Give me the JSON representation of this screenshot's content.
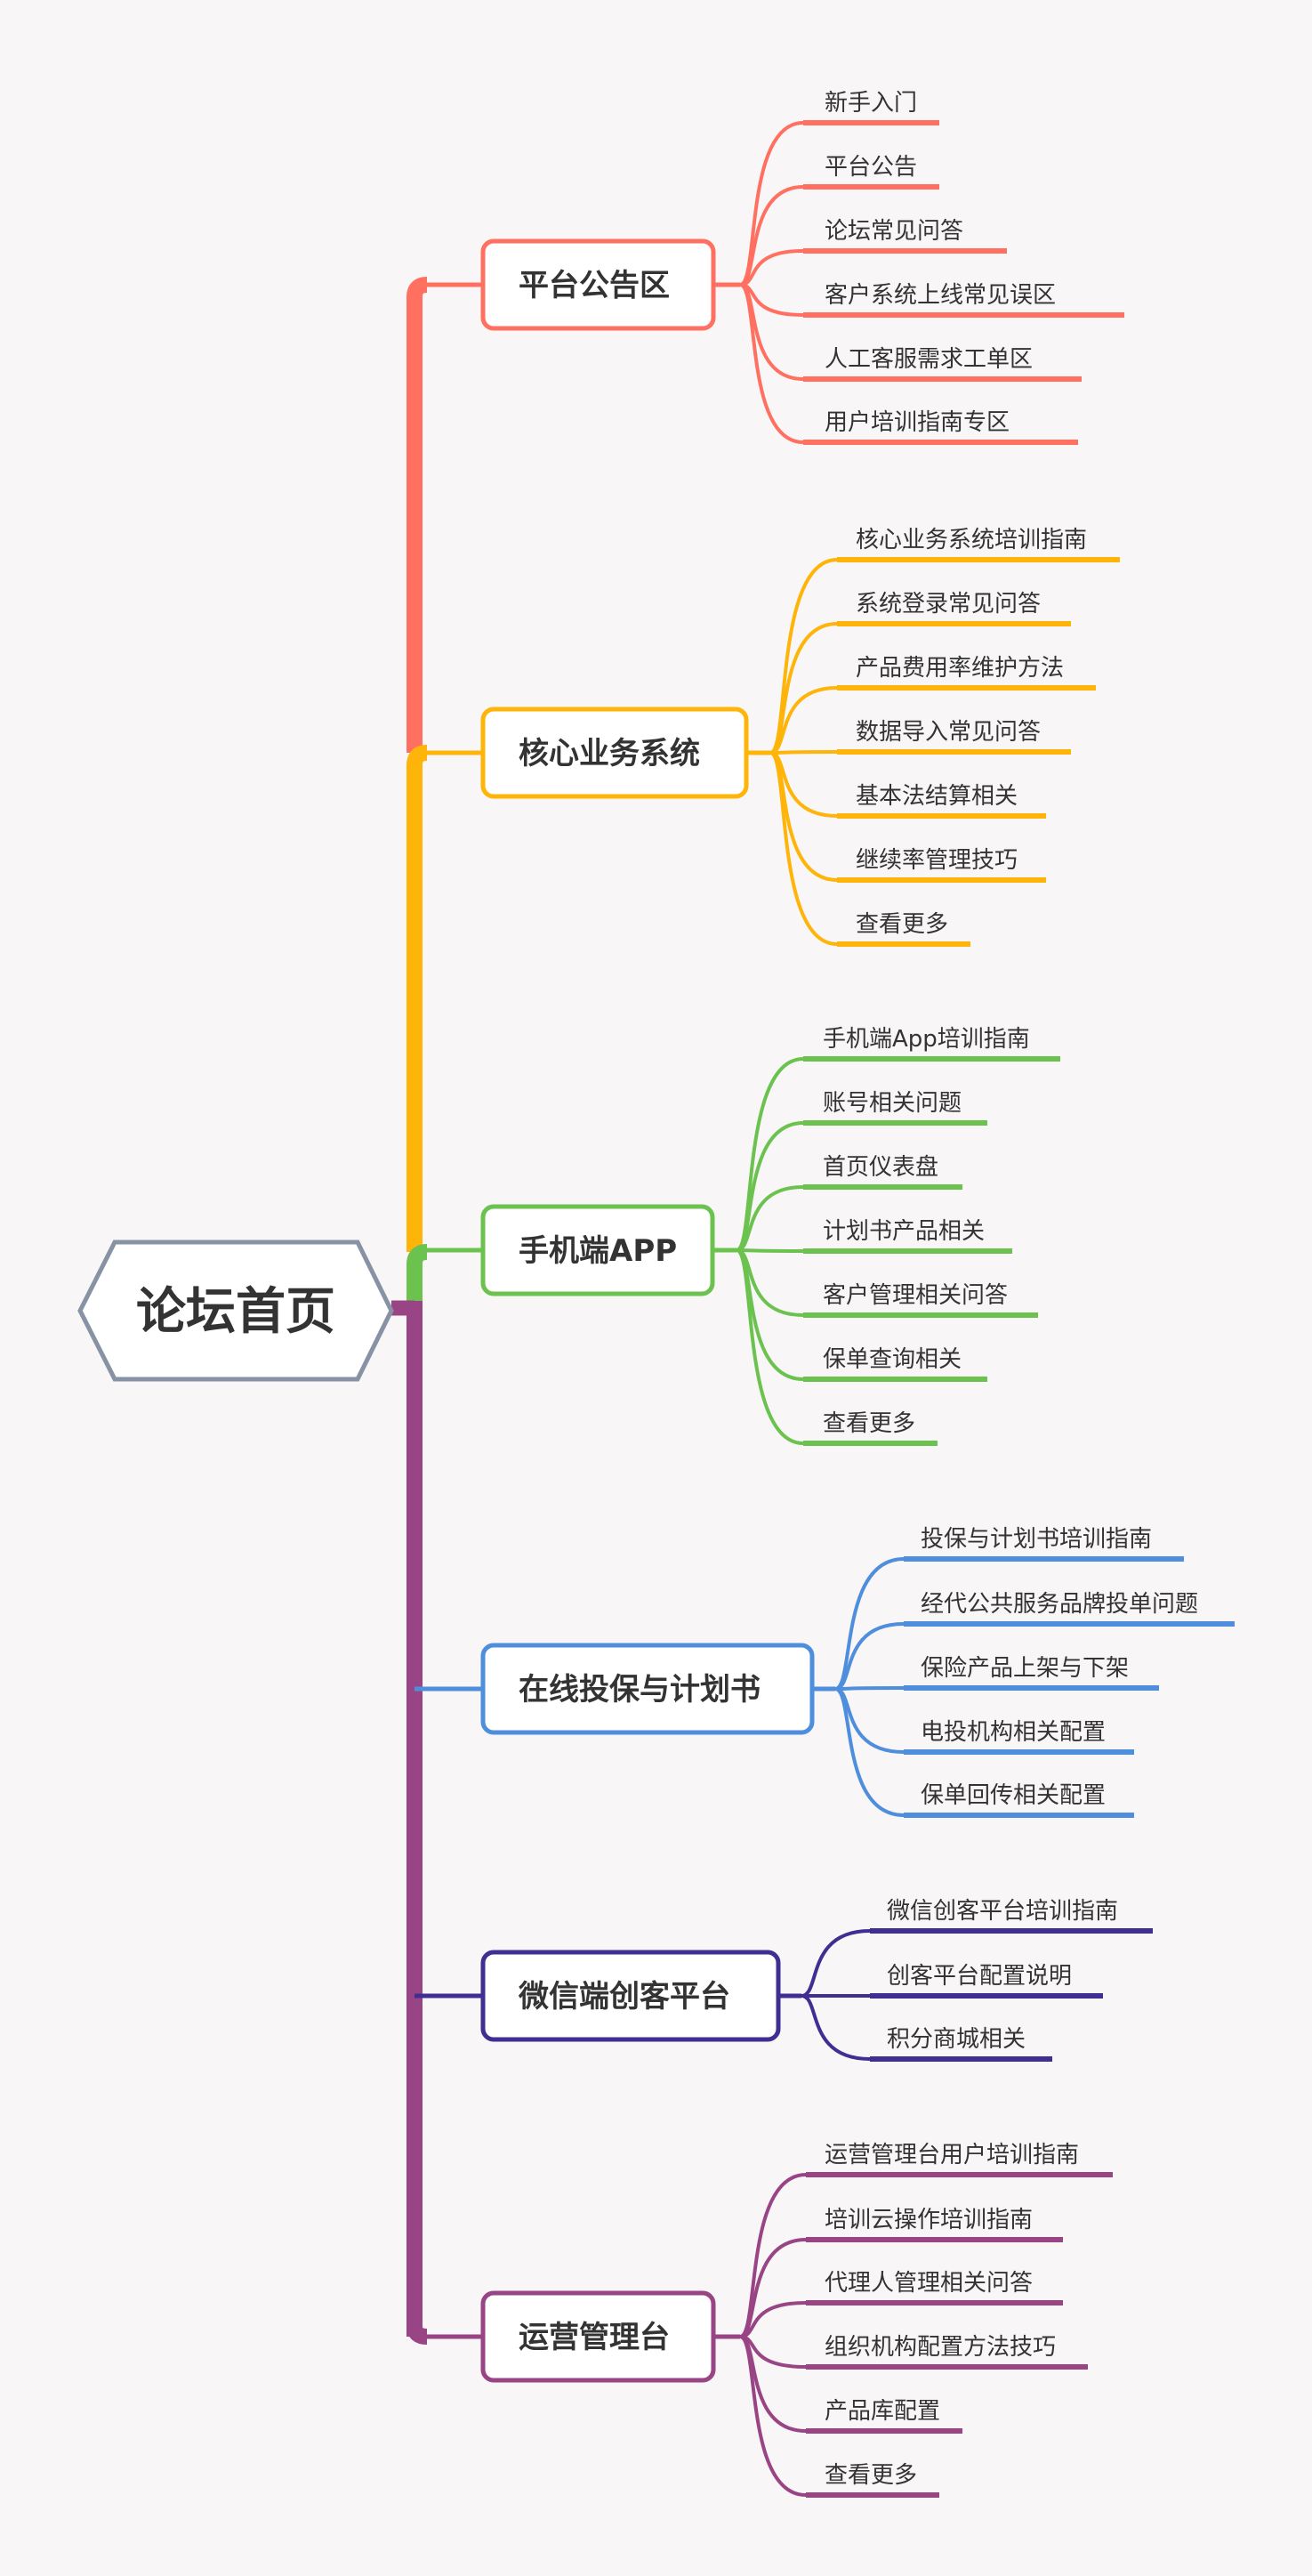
{
  "root": {
    "label": "论坛首页",
    "border_color": "#8793a5"
  },
  "branches": [
    {
      "label": "平台公告区",
      "color": "#ff7060",
      "items": [
        "新手入门",
        "平台公告",
        "论坛常见问答",
        "客户系统上线常见误区",
        "人工客服需求工单区",
        "用户培训指南专区"
      ]
    },
    {
      "label": "核心业务系统",
      "color": "#ffb40a",
      "items": [
        "核心业务系统培训指南",
        "系统登录常见问答",
        "产品费用率维护方法",
        "数据导入常见问答",
        "基本法结算相关",
        "继续率管理技巧",
        "查看更多"
      ]
    },
    {
      "label": "手机端APP",
      "color": "#6cc24f",
      "items": [
        "手机端App培训指南",
        "账号相关问题",
        "首页仪表盘",
        "计划书产品相关",
        "客户管理相关问答",
        "保单查询相关",
        "查看更多"
      ]
    },
    {
      "label": "在线投保与计划书",
      "color": "#4e8edc",
      "items": [
        "投保与计划书培训指南",
        "经代公共服务品牌投单问题",
        "保险产品上架与下架",
        "电投机构相关配置",
        "保单回传相关配置"
      ]
    },
    {
      "label": "微信端创客平台",
      "color": "#402f93",
      "items": [
        "微信创客平台培训指南",
        "创客平台配置说明",
        "积分商城相关"
      ]
    },
    {
      "label": "运营管理台",
      "color": "#994585",
      "items": [
        "运营管理台用户培训指南",
        "培训云操作培训指南",
        "代理人管理相关问答",
        "组织机构配置方法技巧",
        "产品库配置",
        "查看更多"
      ]
    }
  ]
}
